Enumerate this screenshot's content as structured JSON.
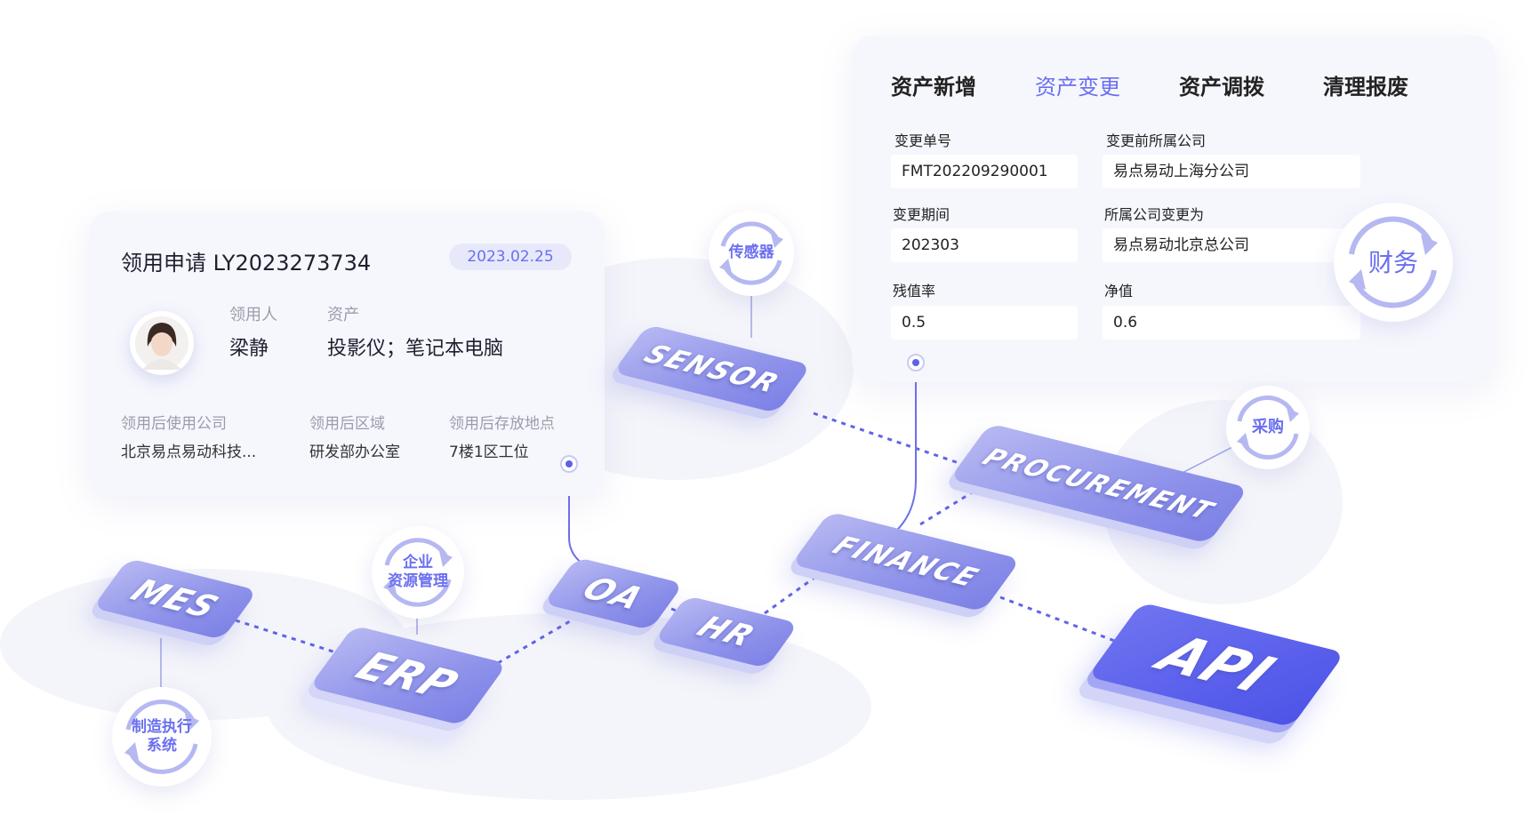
{
  "request_card": {
    "title": "领用申请 LY2023273734",
    "date": "2023.02.25",
    "applicant_label": "领用人",
    "applicant_value": "梁静",
    "asset_label": "资产",
    "asset_value": "投影仪；笔记本电脑",
    "company_label": "领用后使用公司",
    "company_value": "北京易点易动科技...",
    "area_label": "领用后区域",
    "area_value": "研发部办公室",
    "location_label": "领用后存放地点",
    "location_value": "7楼1区工位"
  },
  "change_card": {
    "tabs": [
      "资产新增",
      "资产变更",
      "资产调拨",
      "清理报废"
    ],
    "active_tab": "资产变更",
    "fields": [
      {
        "label": "变更单号",
        "value": "FMT202209290001"
      },
      {
        "label": "变更前所属公司",
        "value": "易点易动上海分公司"
      },
      {
        "label": "变更期间",
        "value": "202303"
      },
      {
        "label": "所属公司变更为",
        "value": "易点易动北京总公司"
      },
      {
        "label": "残值率",
        "value": "0.5"
      },
      {
        "label": "净值",
        "value": "0.6"
      }
    ]
  },
  "systems": {
    "mes": "MES",
    "erp": "ERP",
    "oa": "OA",
    "hr": "HR",
    "sensor": "SENSOR",
    "finance": "FINANCE",
    "procurement": "PROCUREMENT",
    "api": "API"
  },
  "badges": {
    "sensor": "传感器",
    "erp_line1": "企业",
    "erp_line2": "资源管理",
    "mes_line1": "制造执行",
    "mes_line2": "系统",
    "procurement": "采购",
    "finance": "财务"
  },
  "colors": {
    "accent": "#6a6ff0",
    "tile": "#8f93ea",
    "api_tile": "#5a60ec",
    "card_bg": "#f6f7fd"
  }
}
